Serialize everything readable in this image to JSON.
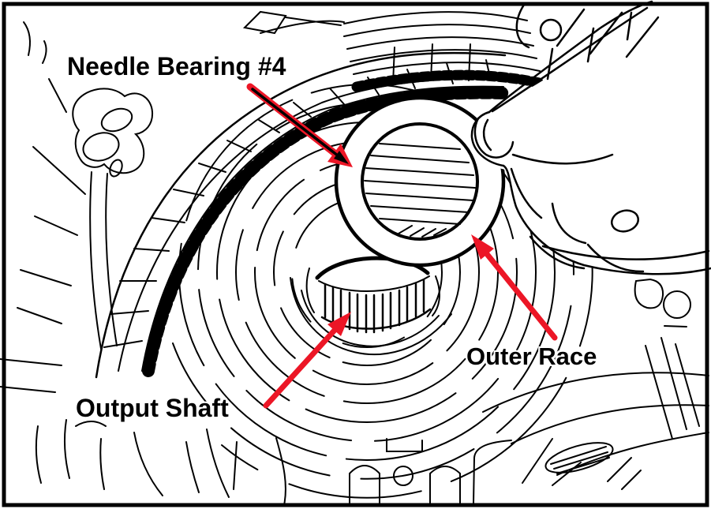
{
  "illustration": {
    "labels": {
      "needle_bearing": "Needle Bearing #4",
      "outer_race": "Outer Race",
      "output_shaft": "Output Shaft"
    },
    "colors": {
      "arrow_red": "#ec1626",
      "ink": "#000000",
      "paper": "#ffffff",
      "frame": "#000000"
    },
    "icons": [
      {
        "name": "needle-bearing-arrow-icon",
        "meaning": "red arrow pointing to needle bearing #4"
      },
      {
        "name": "outer-race-arrow-icon",
        "meaning": "red arrow pointing to outer race ring"
      },
      {
        "name": "output-shaft-arrow-icon",
        "meaning": "red arrow pointing to splined output shaft"
      }
    ]
  }
}
